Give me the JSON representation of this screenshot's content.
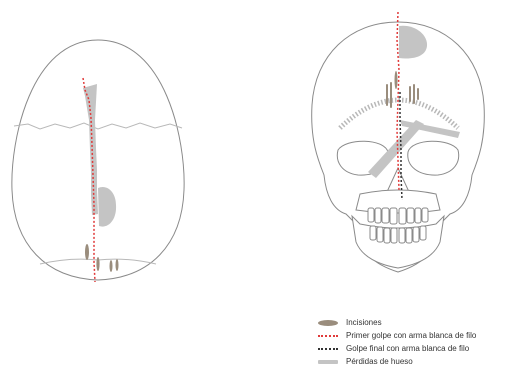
{
  "colors": {
    "outline": "#8a8a8a",
    "suture": "#b8b8b8",
    "bone_loss": "#c4c4c4",
    "incision": "#9a8d7d",
    "first_blow": "#e03a3a",
    "final_blow": "#333333"
  },
  "legend": {
    "items": [
      {
        "label": "Incisiones",
        "swatch": "incision",
        "color_key": "incision"
      },
      {
        "label": "Primer golpe con arma blanca de filo",
        "swatch": "dash-red",
        "color_key": "first_blow"
      },
      {
        "label": "Golpe final con arma blanca de filo",
        "swatch": "dash-black",
        "color_key": "final_blow"
      },
      {
        "label": "Pérdidas de hueso",
        "swatch": "loss",
        "color_key": "bone_loss"
      }
    ]
  }
}
